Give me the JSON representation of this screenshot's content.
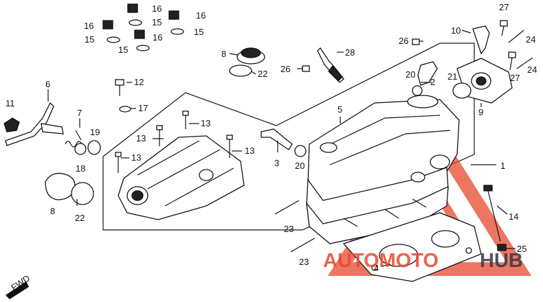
{
  "watermark": {
    "left": "AUTOMOTO",
    "right": "HUB",
    "accent_color": "#e8492e",
    "dark_color": "#303846"
  },
  "fwd_label": "FWD",
  "callouts": {
    "c1": "1",
    "c2": "2",
    "c3": "3",
    "c4": "4",
    "c5": "5",
    "c6": "6",
    "c7": "7",
    "c8a": "8",
    "c8b": "8",
    "c9": "9",
    "c10": "10",
    "c11": "11",
    "c12": "12",
    "c13a": "13",
    "c13b": "13",
    "c13c": "13",
    "c13d": "13",
    "c14": "14",
    "c15a": "15",
    "c15b": "15",
    "c15c": "15",
    "c15d": "15",
    "c16a": "16",
    "c16b": "16",
    "c16c": "16",
    "c16d": "16",
    "c17": "17",
    "c18": "18",
    "c19": "19",
    "c20a": "20",
    "c20b": "20",
    "c21": "21",
    "c22a": "22",
    "c22b": "22",
    "c23a": "23",
    "c23b": "23",
    "c24a": "24",
    "c24b": "24",
    "c25": "25",
    "c26a": "26",
    "c26b": "26",
    "c27a": "27",
    "c27b": "27",
    "c28": "28"
  }
}
